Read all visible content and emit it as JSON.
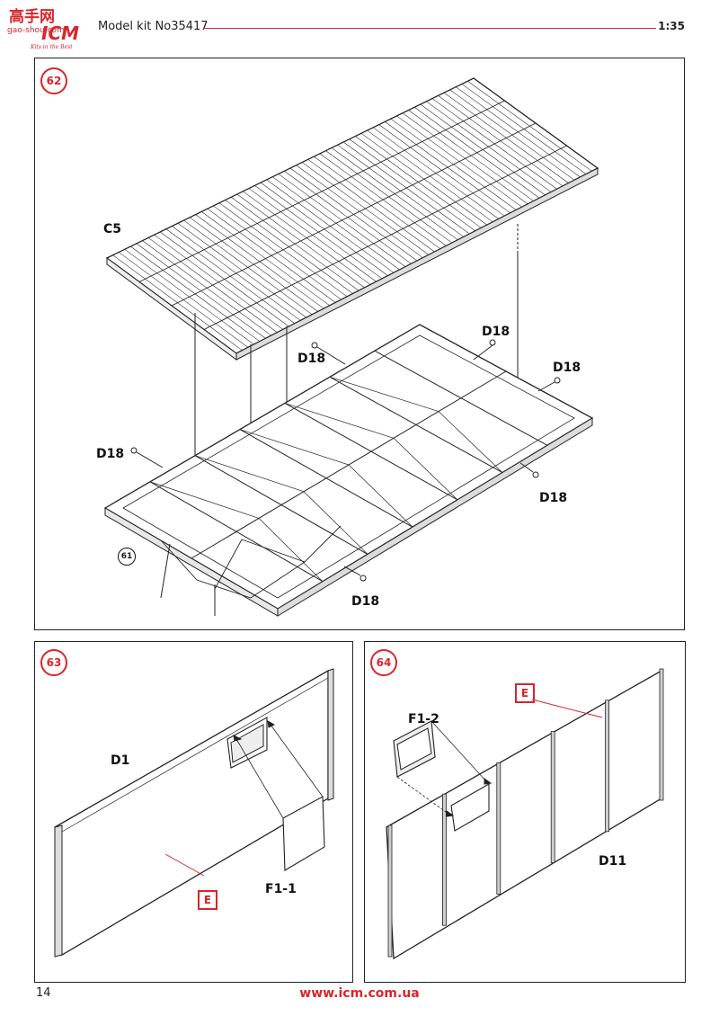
{
  "header": {
    "logo_text": "ICM",
    "logo_watermark": "高手网",
    "logo_domain": "gao-shou.com",
    "logo_tagline": "Kits in the Best",
    "title": "Model kit No35417",
    "scale": "1:35"
  },
  "steps": {
    "s62": {
      "number": "62",
      "labels": {
        "c5": "C5",
        "d18_a": "D18",
        "d18_b": "D18",
        "d18_c": "D18",
        "d18_d": "D18",
        "d18_e": "D18",
        "d18_f": "D18"
      },
      "sub_step": "61"
    },
    "s63": {
      "number": "63",
      "labels": {
        "d1": "D1",
        "f1_1": "F1-1",
        "e": "E"
      }
    },
    "s64": {
      "number": "64",
      "labels": {
        "f1_2": "F1-2",
        "d11": "D11",
        "e": "E"
      }
    }
  },
  "footer": {
    "page_number": "14",
    "url": "www.icm.com.ua"
  },
  "colors": {
    "accent": "#d9262b",
    "ink": "#1a1a1a"
  }
}
